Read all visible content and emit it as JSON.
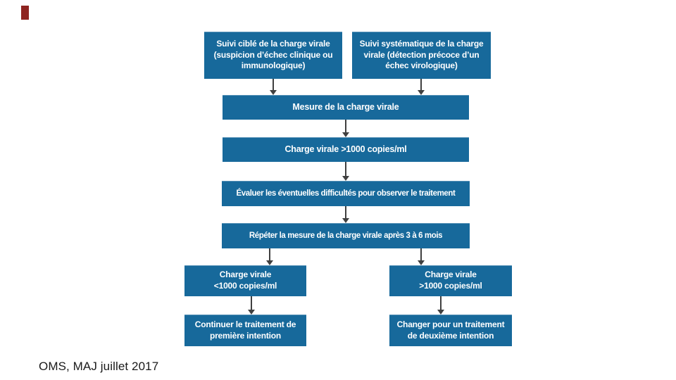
{
  "colors": {
    "box_fill": "#17699b",
    "box_text": "#ffffff",
    "connector": "#404040",
    "accent_mark": "#8e2420",
    "footer_text": "#1a1a1a"
  },
  "flowchart": {
    "nodes": [
      {
        "id": "suivi-cible",
        "label": "Suivi ciblé de la charge virale\n(suspicion d’échec clinique ou\nimmunologique)"
      },
      {
        "id": "suivi-systematique",
        "label": "Suivi systématique de la charge\nvirale (détection précoce d’un\néchec virologique)"
      },
      {
        "id": "mesure-charge-virale",
        "label": "Mesure de la charge virale"
      },
      {
        "id": "charge-virale-sup-1000",
        "label": "Charge virale >1000 copies/ml"
      },
      {
        "id": "evaluer-difficultes",
        "label": "Évaluer les éventuelles difficultés pour observer le traitement"
      },
      {
        "id": "repeter-mesure",
        "label": "Répéter la mesure de la charge virale après 3 à 6 mois"
      },
      {
        "id": "charge-virale-inf-1000-branche",
        "label": "Charge virale\n<1000 copies/ml"
      },
      {
        "id": "charge-virale-sup-1000-branche",
        "label": "Charge virale\n>1000 copies/ml"
      },
      {
        "id": "continuer-traitement",
        "label": "Continuer le traitement de\npremière intention"
      },
      {
        "id": "changer-traitement",
        "label": "Changer pour un traitement\nde deuxième intention"
      }
    ]
  },
  "footer": {
    "source": "OMS, MAJ juillet 2017"
  }
}
